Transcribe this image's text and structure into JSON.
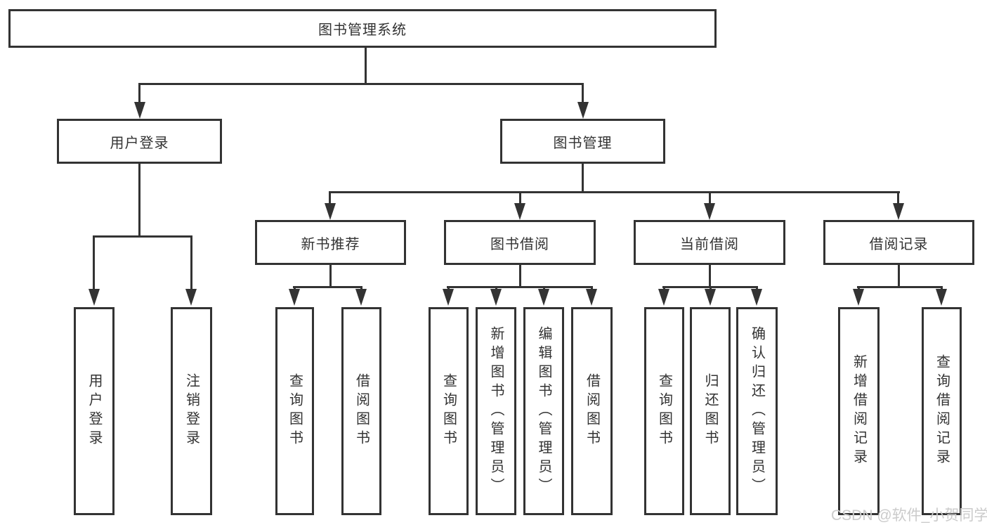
{
  "diagram_title": "图书管理系统",
  "colors": {
    "line": "#333333",
    "text": "#333333",
    "background": "#ffffff",
    "watermark": "#cbcbcb"
  },
  "watermark": {
    "text": "CSDN @软件_小贺同学"
  },
  "tree": {
    "label": "图书管理系统",
    "children": [
      {
        "label": "用户登录",
        "children": [
          {
            "label": "用户登录"
          },
          {
            "label": "注销登录"
          }
        ]
      },
      {
        "label": "图书管理",
        "children": [
          {
            "label": "新书推荐",
            "children": [
              {
                "label": "查询图书"
              },
              {
                "label": "借阅图书"
              }
            ]
          },
          {
            "label": "图书借阅",
            "children": [
              {
                "label": "查询图书"
              },
              {
                "label": "新增图书（管理员）"
              },
              {
                "label": "编辑图书（管理员）"
              },
              {
                "label": "借阅图书"
              }
            ]
          },
          {
            "label": "当前借阅",
            "children": [
              {
                "label": "查询图书"
              },
              {
                "label": "归还图书"
              },
              {
                "label": "确认归还（管理员）"
              }
            ]
          },
          {
            "label": "借阅记录",
            "children": [
              {
                "label": "新增借阅记录"
              },
              {
                "label": "查询借阅记录"
              }
            ]
          }
        ]
      }
    ]
  }
}
